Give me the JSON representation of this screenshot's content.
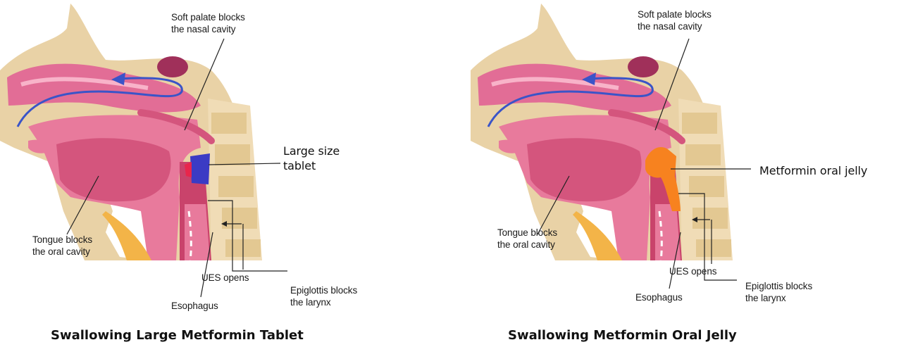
{
  "panels": [
    {
      "caption": "Swallowing Large Metformin Tablet",
      "labels": {
        "soft_palate": "Soft palate blocks\nthe nasal cavity",
        "bolus": "Large size\ntablet",
        "tongue": "Tongue blocks\nthe oral cavity",
        "ues": "UES opens",
        "epiglottis": "Epiglottis blocks\nthe larynx",
        "esophagus": "Esophagus"
      },
      "bolus_color": "#3b3bc4"
    },
    {
      "caption": "Swallowing Metformin Oral Jelly",
      "labels": {
        "soft_palate": "Soft palate blocks\nthe nasal cavity",
        "bolus": "Metformin oral jelly",
        "tongue": "Tongue blocks\nthe oral cavity",
        "ues": "UES opens",
        "epiglottis": "Epiglottis blocks\nthe larynx",
        "esophagus": "Esophagus"
      },
      "bolus_color": "#f7821f"
    }
  ],
  "colors": {
    "tissue_pink": "#e87a9c",
    "tissue_dark": "#c9436b",
    "bone": "#e9d2a6",
    "fat_orange": "#f3b448",
    "airflow_arrow": "#3a54c8"
  }
}
